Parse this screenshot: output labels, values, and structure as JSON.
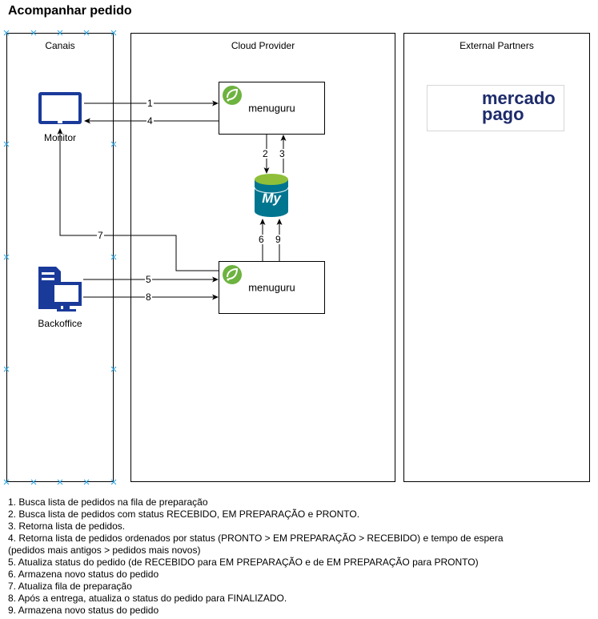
{
  "title": "Acompanhar pedido",
  "lanes": {
    "canais": "Canais",
    "cloud": "Cloud Provider",
    "external": "External Partners"
  },
  "nodes": {
    "menuguru_top": "menuguru",
    "menuguru_bottom": "menuguru",
    "monitor": "Monitor",
    "backoffice": "Backoffice",
    "mysql_logo": "My",
    "mercadopago_line1": "mercado",
    "mercadopago_line2": "pago"
  },
  "edge_labels": [
    "1",
    "4",
    "2",
    "3",
    "6",
    "9",
    "7",
    "5",
    "8"
  ],
  "notes": [
    "1. Busca lista de pedidos na fila de preparação",
    "2. Busca lista de pedidos com status RECEBIDO, EM PREPARAÇÃO e PRONTO.",
    "3. Retorna lista de pedidos.",
    "4. Retorna lista de pedidos ordenados por status (PRONTO > EM PREPARAÇÃO > RECEBIDO) e tempo de espera",
    "(pedidos mais antigos > pedidos mais novos)",
    "5. Atualiza status do pedido (de RECEBIDO para EM PREPARAÇÃO e de EM PREPARAÇÃO para PRONTO)",
    "6. Armazena novo status do pedido",
    "7. Atualiza fila de preparação",
    "8. Após a entrega, atualiza o status do pedido para FINALIZADO.",
    "9. Armazena novo status do pedido"
  ],
  "colors": {
    "device_blue": "#1a3a9a",
    "mysql_teal": "#00758f",
    "mysql_top": "#8fbf3a",
    "spring_green": "#6db33f",
    "mercadopago_navy": "#1d2b6b",
    "mercadopago_cyan": "#00a6e6",
    "selection_handle": "#29a3e6"
  }
}
